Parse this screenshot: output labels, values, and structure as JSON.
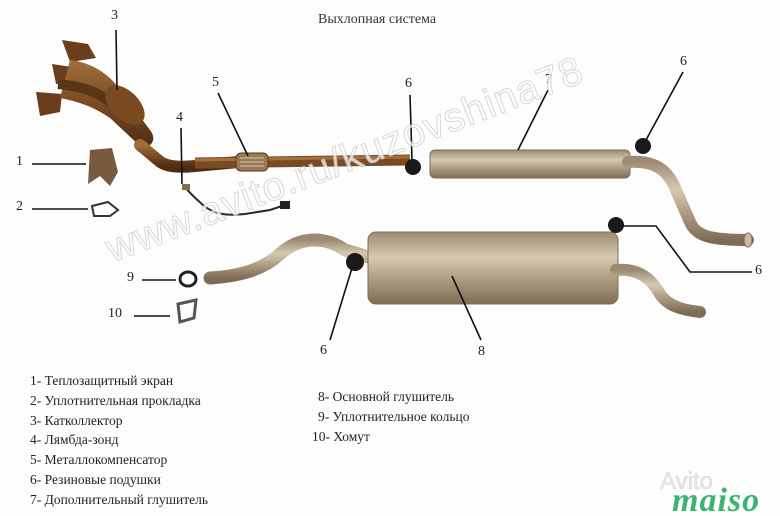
{
  "title": "Выхлопная система",
  "callouts": {
    "c1": "1",
    "c2": "2",
    "c3": "3",
    "c4": "4",
    "c5": "5",
    "c6a": "6",
    "c6b": "6",
    "c6c": "6",
    "c6d": "6",
    "c7": "7",
    "c8": "8",
    "c9": "9",
    "c10": "10"
  },
  "legend": {
    "left": [
      "1- Теплозащитный экран",
      "2- Уплотнительная прокладка",
      "3- Катколлектор",
      "4- Лямбда-зонд",
      "5- Металлокомпенсатор",
      "6- Резиновые подушки",
      "7- Дополнительный глушитель"
    ],
    "right": [
      "8- Основной глушитель",
      "9- Уплотнительное кольцо",
      "10- Хомут"
    ]
  },
  "watermark": "www.avito.ru/kuzovshina78",
  "logo": {
    "avito": "Avito",
    "maiso": "maiso",
    "color": "#3cb371"
  },
  "colors": {
    "copper": "#8a5a2e",
    "copper_dark": "#5a3518",
    "steel": "#b8a890",
    "steel_dark": "#8c7c66",
    "rubber": "#1a1a1a"
  }
}
